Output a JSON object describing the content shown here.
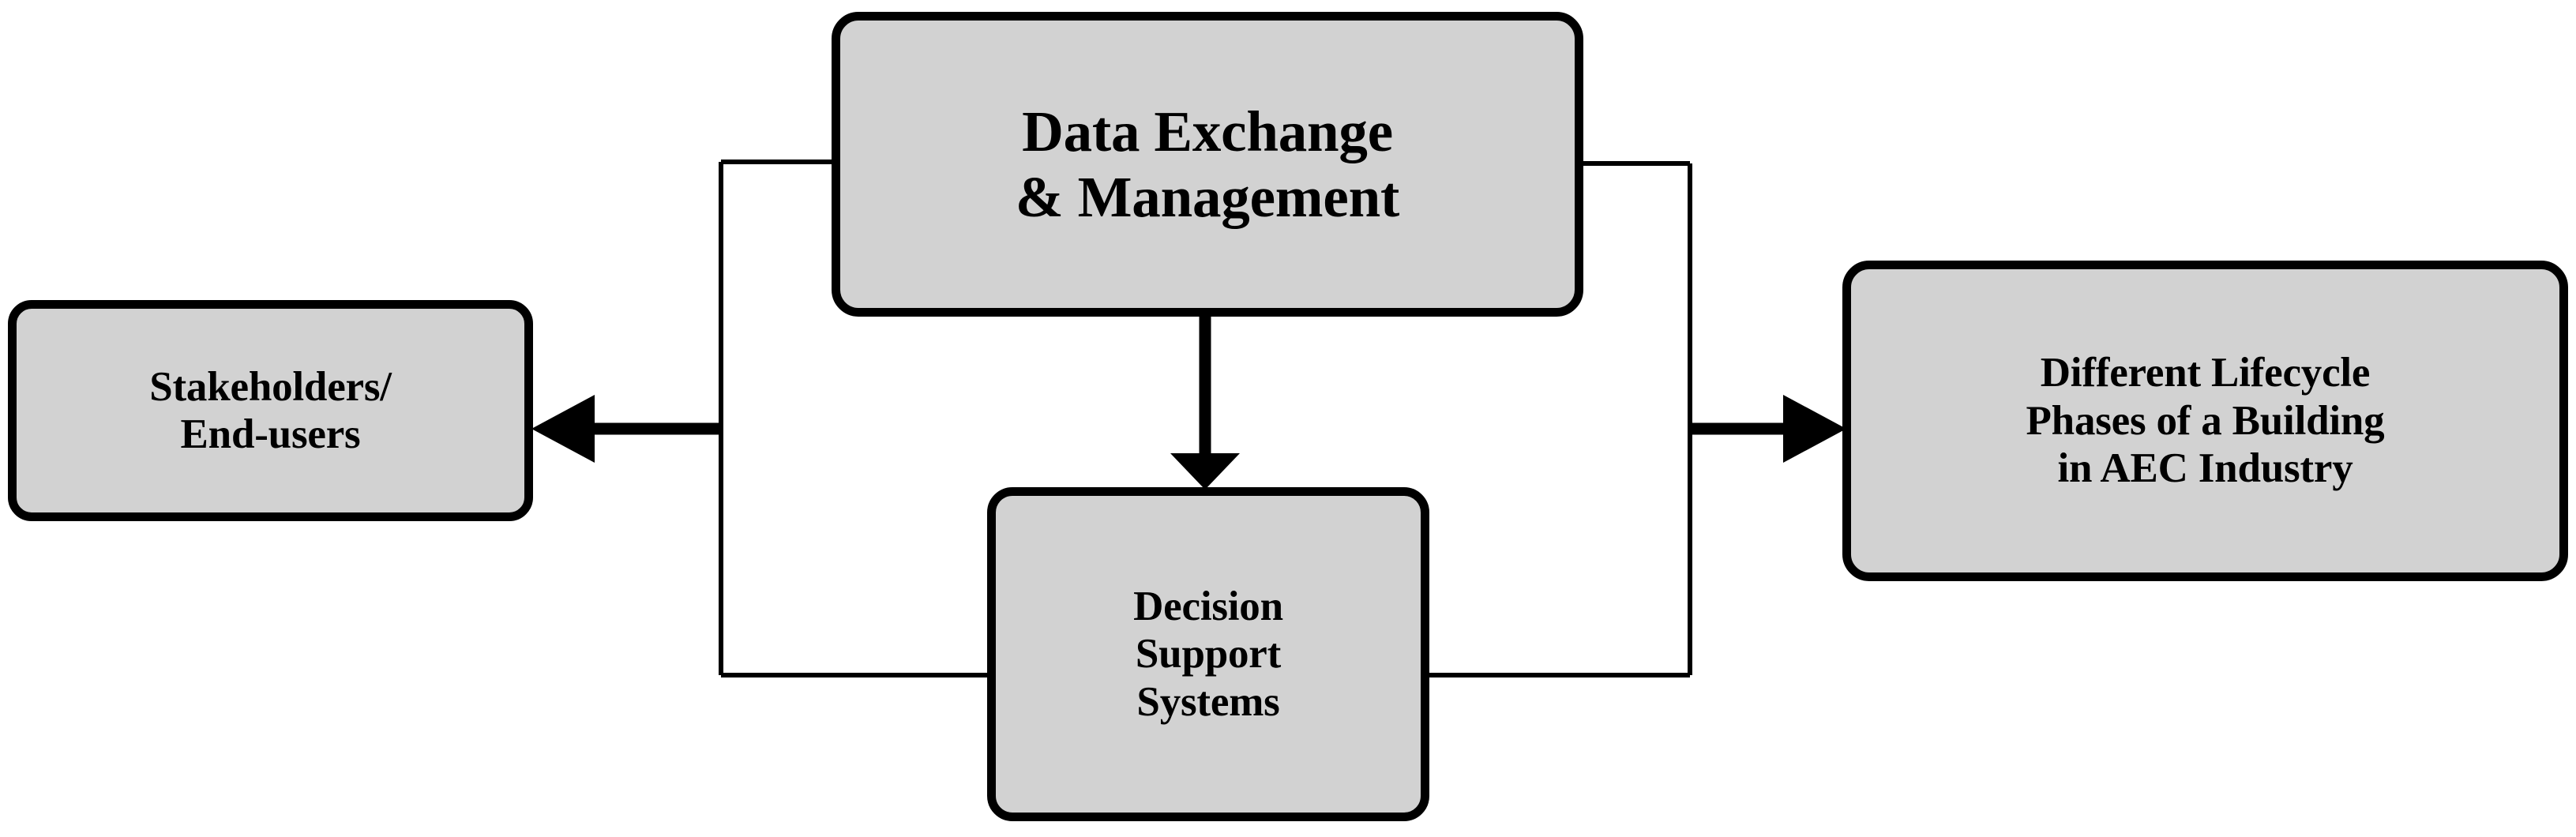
{
  "diagram": {
    "type": "block-flow-diagram",
    "background_color": "#ffffff",
    "node_fill_color": "#d2d2d2",
    "node_border_color": "#000000",
    "connector_color": "#000000",
    "nodes": [
      {
        "id": "data-exchange",
        "label": "Data Exchange\n& Management",
        "position": "top-center"
      },
      {
        "id": "stakeholders",
        "label": "Stakeholders/\nEnd-users",
        "position": "left"
      },
      {
        "id": "lifecycle",
        "label": "Different Lifecycle\nPhases of a Building\nin AEC Industry",
        "position": "right"
      },
      {
        "id": "decision-support",
        "label": "Decision\nSupport\nSystems",
        "position": "bottom-center"
      }
    ],
    "connectors": [
      {
        "id": "data-exchange-to-decision-support",
        "from": "data-exchange",
        "to": "decision-support",
        "arrow": "down"
      },
      {
        "id": "bus-to-stakeholders",
        "from": "data-exchange",
        "to": "stakeholders",
        "arrow": "left"
      },
      {
        "id": "bus-to-lifecycle",
        "from": "data-exchange",
        "to": "lifecycle",
        "arrow": "right"
      },
      {
        "id": "decision-support-to-left-bus",
        "from": "decision-support",
        "to": "stakeholders",
        "arrow": "none"
      },
      {
        "id": "decision-support-to-right-bus",
        "from": "decision-support",
        "to": "lifecycle",
        "arrow": "none"
      }
    ]
  }
}
